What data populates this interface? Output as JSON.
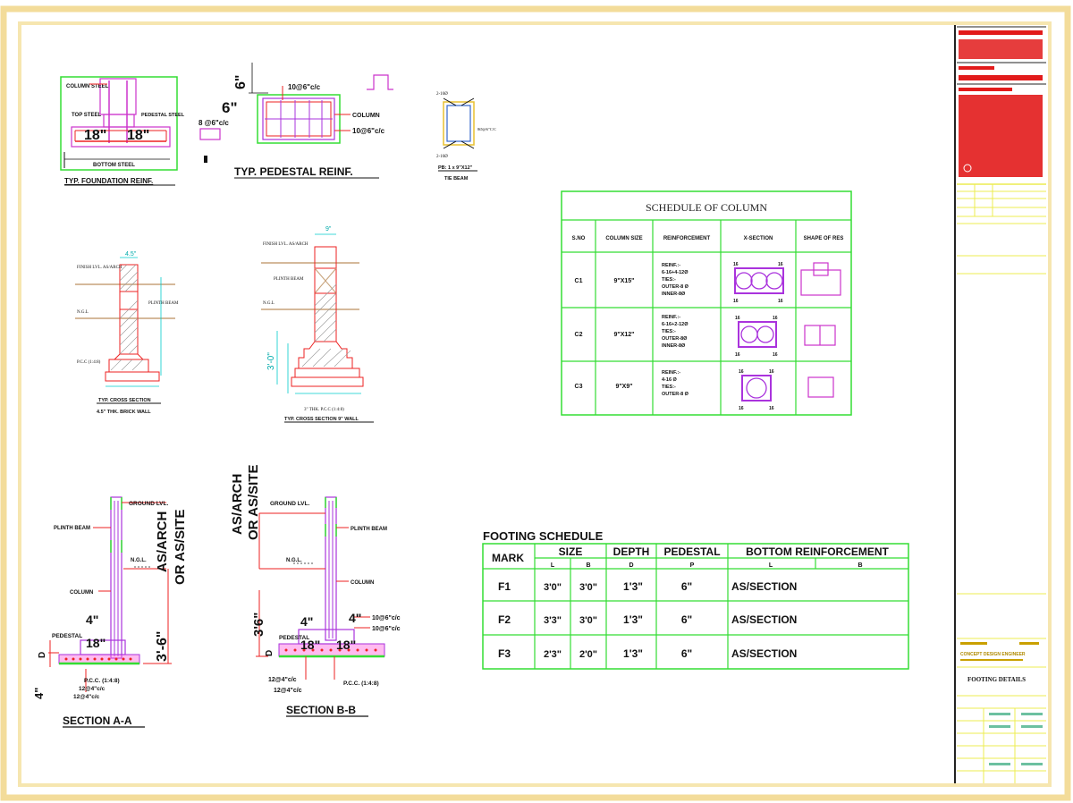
{
  "colors": {
    "frame": "#f3dc9a",
    "table": "#33dd33",
    "rebar": "#ee2222",
    "dim": "#00cccc",
    "stirrup": "#aa33dd",
    "text": "#111111"
  },
  "foundation_reinf": {
    "title": "TYP. FOUNDATION REINF.",
    "column_steel": "COLUMN STEEL",
    "top_steel": "TOP STEEL",
    "pedestal_steel": "PEDESTAL STEEL",
    "bottom_steel": "BOTTOM STEEL",
    "dim_left": "18\"",
    "dim_right": "18\""
  },
  "pedestal_reinf": {
    "title": "TYP. PEDESTAL REINF.",
    "dim_top": "6\"",
    "dim_side": "6\"",
    "bar_top": "10@6\"c/c",
    "bar_bottom": "10@6\"c/c",
    "column_label": "COLUMN",
    "side_bar": "8 @6\"c/c"
  },
  "tie_beam": {
    "title": "TIE BEAM",
    "size": "PB: 1 x 9\"X12\"",
    "top_bars": "2-16Ø",
    "bottom_bars": "2-16Ø",
    "stirrup": "8Ø@6\"C/C"
  },
  "brick_wall_section": {
    "finish_lvl": "FINISH LVL. AS/ARCH",
    "plinth_beam": "PLINTH BEAM",
    "ngl": "N.G.L",
    "pcc": "P.C.C (1:4:8)",
    "title": "TYP. CROSS SECTION",
    "subtitle": "4.5\" THK. BRICK WALL",
    "dim_top": "4.5\""
  },
  "wall9_section": {
    "finish_lvl": "FINISH LVL. AS/ARCH",
    "plinth_beam": "PLINTH BEAM",
    "ngl": "N.G.L",
    "pcc": "3\" THK. P.C.C (1:4:8)",
    "title": "TYP. CROSS SECTION 9\" WALL",
    "dim_left": "3'-0\"",
    "dim_top": "9\""
  },
  "column_schedule": {
    "title": "SCHEDULE OF COLUMN",
    "headers": [
      "S.NO",
      "COLUMN SIZE",
      "REINFORCEMENT",
      "X-SECTION",
      "SHAPE OF RES"
    ],
    "rows": [
      {
        "sno": "C1",
        "size": "9\"X15\"",
        "reinf": [
          "REINF.:-",
          "6-16+4-12Ø",
          "TIES:-",
          "OUTER-8 Ø",
          "INNER-8Ø"
        ]
      },
      {
        "sno": "C2",
        "size": "9\"X12\"",
        "reinf": [
          "REINF.:-",
          "6-16+2-12Ø",
          "TIES:-",
          "OUTER-8Ø",
          "INNER-8Ø"
        ]
      },
      {
        "sno": "C3",
        "size": "9\"X9\"",
        "reinf": [
          "REINF.:-",
          "4-16 Ø",
          "TIES:-",
          "OUTER-8 Ø"
        ]
      }
    ],
    "bar_mark": "16"
  },
  "section_aa": {
    "title": "SECTION A-A",
    "ground_lvl": "GROUND LVL.",
    "plinth_beam": "PLINTH BEAM",
    "ngl": "N.G.L.",
    "column": "COLUMN",
    "pedestal": "PEDESTAL",
    "pcc": "P.C.C. (1:4:8)",
    "bar1": "12@4\"c/c",
    "bar2": "12@4\"c/c",
    "dim_depth": "3'-6\"",
    "dim_small": "4\"",
    "dim_side": "18\"",
    "dim_bottom": "4\"",
    "dim_d": "D",
    "as_arch": "AS/ARCH",
    "or_site": "OR AS/SITE"
  },
  "section_bb": {
    "title": "SECTION B-B",
    "ground_lvl": "GROUND LVL.",
    "plinth_beam": "PLINTH BEAM",
    "ngl": "N.G.L.",
    "column": "COLUMN",
    "pedestal": "PEDESTAL",
    "pcc": "P.C.C. (1:4:8)",
    "bar1": "12@4\"c/c",
    "bar2": "12@4\"c/c",
    "bar_top1": "10@6\"c/c",
    "bar_top2": "10@6\"c/c",
    "dim_depth": "3'6\"",
    "dim_small": "4\"",
    "dim_small2": "4\"",
    "dim_side": "18\"",
    "dim_side2": "18\"",
    "dim_d": "D",
    "as_arch": "AS/ARCH",
    "or_site": "OR AS/SITE"
  },
  "footing_schedule": {
    "title": "FOOTING SCHEDULE",
    "headers": [
      "MARK",
      "SIZE",
      "DEPTH",
      "PEDESTAL",
      "BOTTOM REINFORCEMENT"
    ],
    "subheaders": [
      "L",
      "B",
      "D",
      "P",
      "L",
      "B"
    ],
    "rows": [
      {
        "mark": "F1",
        "l": "3'0\"",
        "b": "3'0\"",
        "d": "1'3\"",
        "p": "6\"",
        "reinf": "AS/SECTION"
      },
      {
        "mark": "F2",
        "l": "3'3\"",
        "b": "3'0\"",
        "d": "1'3\"",
        "p": "6\"",
        "reinf": "AS/SECTION"
      },
      {
        "mark": "F3",
        "l": "2'3\"",
        "b": "2'0\"",
        "d": "1'3\"",
        "p": "6\"",
        "reinf": "AS/SECTION"
      }
    ]
  },
  "title_block": {
    "company": "CONCEPT DESIGN ENGINEER",
    "drawing_title": "FOOTING DETAILS"
  }
}
